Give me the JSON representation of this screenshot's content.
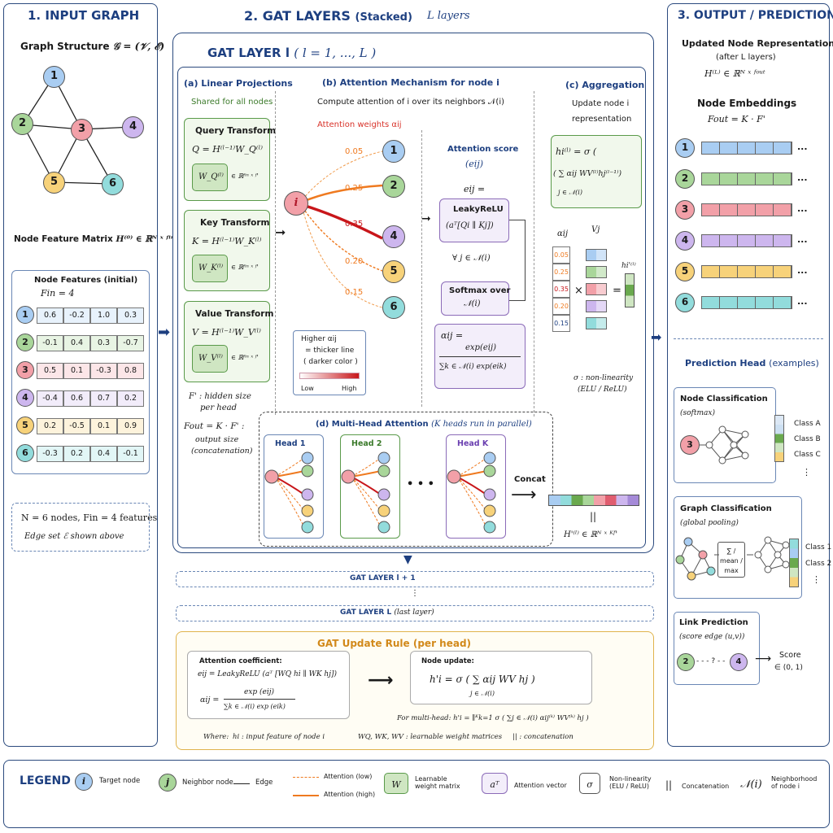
{
  "col1": {
    "title": "1. INPUT GRAPH",
    "graph_label": "Graph Structure",
    "graph_math": "𝒢 = (𝒱, ℰ)",
    "feature_matrix_label": "Node Feature Matrix",
    "feature_matrix_math": "H⁽⁰⁾ ∈ ℝᴺ ˣ ᶠⁱⁿ",
    "features_title": "Node Features (initial)",
    "fin": "Fin = 4",
    "rows": [
      {
        "id": "1",
        "vals": [
          "0.6",
          "-0.2",
          "1.0",
          "0.3"
        ]
      },
      {
        "id": "2",
        "vals": [
          "-0.1",
          "0.4",
          "0.3",
          "-0.7"
        ]
      },
      {
        "id": "3",
        "vals": [
          "0.5",
          "0.1",
          "-0.3",
          "0.8"
        ]
      },
      {
        "id": "4",
        "vals": [
          "-0.4",
          "0.6",
          "0.7",
          "0.2"
        ]
      },
      {
        "id": "5",
        "vals": [
          "0.2",
          "-0.5",
          "0.1",
          "0.9"
        ]
      },
      {
        "id": "6",
        "vals": [
          "-0.3",
          "0.2",
          "0.4",
          "-0.1"
        ]
      }
    ],
    "summary1": "N = 6 nodes,  Fin = 4 features",
    "summary2": "Edge set  ℰ  shown above"
  },
  "col2": {
    "title": "2. GAT LAYERS",
    "title_sub": "(Stacked)",
    "layers": "L layers",
    "layer_title": "GAT LAYER l",
    "layer_range": "( l = 1, ..., L )",
    "a_title": "(a) Linear Projections",
    "a_shared": "Shared for all nodes",
    "query": "Query Transform",
    "query_eq": "Q = H⁽ˡ⁻¹⁾W_Q⁽ˡ⁾",
    "wq": "W_Q⁽ˡ⁾",
    "key": "Key Transform",
    "key_eq": "K = H⁽ˡ⁻¹⁾W_K⁽ˡ⁾",
    "wk": "W_K⁽ˡ⁾",
    "value": "Value Transform",
    "value_eq": "V = H⁽ˡ⁻¹⁾W_V⁽ˡ⁾",
    "wv": "W_V⁽ˡ⁾",
    "dim": "∈ ℝᶠⁱⁿ ˣ ᶠ'",
    "fprime1": "F' : hidden size",
    "fprime2": "per head",
    "fout1": "Fout = K · F' :",
    "fout2": "output size",
    "fout3": "(concatenation)",
    "b_title": "(b) Attention Mechanism for node i",
    "b_sub": "Compute attention of i over its neighbors 𝒩(i)",
    "weights_label": "Attention weights αij",
    "weights": [
      "0.05",
      "0.25",
      "0.35",
      "0.20",
      "0.15"
    ],
    "center": "i",
    "neighbors": [
      "1",
      "2",
      "4",
      "5",
      "6"
    ],
    "legend_higher": "Higher αij",
    "legend_thicker": "= thicker line",
    "legend_darker": "( darker color )",
    "legend_low": "Low",
    "legend_high": "High",
    "score_title": "Attention score",
    "score_math": "(eij)",
    "eij": "eij =",
    "leaky": "LeakyReLU",
    "leaky_arg": "(aᵀ[Qi ∥ Kj])",
    "forall": "∀ j ∈ 𝒩(i)",
    "softmax": "Softmax over",
    "softmax_n": "𝒩(i)",
    "alpha_eq": "αij =",
    "alpha_num": "exp(eij)",
    "alpha_den": "∑k ∈ 𝒩(i) exp(eik)",
    "c_title": "(c) Aggregation",
    "c_sub1": "Update node i",
    "c_sub2": "representation",
    "c_eq1": "hi⁽ˡ⁾ = σ (",
    "c_eq2": "( ∑ αij WV⁽ˡ⁾hj⁽ˡ⁻¹⁾)",
    "c_eq3": "j ∈ 𝒩(i)",
    "aij": "αij",
    "vj": "Vj",
    "hi": "hi'⁽ˡ⁾",
    "sigma1": "σ : non-linearity",
    "sigma2": "(ELU / ReLU)",
    "d_title": "(d) Multi-Head Attention",
    "d_sub": "(K heads run in parallel)",
    "heads": [
      "Head 1",
      "Head 2",
      "Head K"
    ],
    "dots": "• • •",
    "concat": "Concat",
    "parallel": "||",
    "hprime": "H'⁽ˡ⁾ ∈ ℝᴺ ˣ ᴷᶠ'",
    "next1": "GAT LAYER  l + 1",
    "vdots": "⋮",
    "last": "GAT LAYER  L",
    "last_sub": "(last layer)",
    "rule_title": "GAT Update Rule (per head)",
    "coef_label": "Attention coefficient:",
    "coef_eq": "eij = LeakyReLU (aᵀ [WQ hi ∥ WK hj])",
    "coef_alpha": "αij =",
    "coef_num": "exp (eij)",
    "coef_den": "∑k ∈ 𝒩(i) exp (eik)",
    "node_update": "Node update:",
    "update_eq": "h'i = σ ( ∑ αij  WV hj )",
    "update_sub": "j ∈ 𝒩(i)",
    "multihead": "For multi-head:  h'i = ∥ᴷk=1 σ ( ∑j ∈ 𝒩(i) αij⁽ᵏ⁾ WV⁽ᵏ⁾ hj )",
    "where": "Where:",
    "w1": "hi : input feature of node i",
    "w2": "WQ, WK, WV : learnable weight matrices",
    "w3": "|| : concatenation"
  },
  "col3": {
    "title": "3. OUTPUT / PREDICTION",
    "upd1": "Updated Node Representations",
    "upd2": "(after L layers)",
    "upd3": "H⁽ᴸ⁾ ∈ ℝᴺ ˣ ᶠᵒᵘᵗ",
    "emb": "Node Embeddings",
    "emb_eq": "Fout = K · F'",
    "nodes": [
      "1",
      "2",
      "3",
      "4",
      "5",
      "6"
    ],
    "ellipsis": "...",
    "head_title": "Prediction Head",
    "head_sub": "(examples)",
    "nc": "Node Classification",
    "nc_sub": "(softmax)",
    "nc_node": "3",
    "classes": [
      "Class A",
      "Class B",
      "Class C"
    ],
    "vd": "⋮",
    "gc": "Graph Classification",
    "gc_sub": "(global pooling)",
    "pool": "∑ / mean / max",
    "gclasses": [
      "Class 1",
      "Class 2"
    ],
    "lp": "Link Prediction",
    "lp_sub": "(score edge (u,v))",
    "lp_a": "2",
    "lp_b": "4",
    "lp_q": "- - - ? - -",
    "score": "Score",
    "score_range": "∈ (0, 1)"
  },
  "legend": {
    "title": "LEGEND",
    "target": "Target node",
    "target_sym": "i",
    "neighbor": "Neighbor node",
    "neighbor_sym": "j",
    "edge": "Edge",
    "att_low": "Attention (low)",
    "att_high": "Attention (high)",
    "w_sym": "W",
    "learn": "Learnable weight matrix",
    "a_sym": "aᵀ",
    "att_vec": "Attention vector",
    "sig_sym": "σ",
    "nonlin": "Non-linearity (ELU / ReLU)",
    "conc_sym": "||",
    "conc": "Concatenation",
    "nb_sym": "𝒩(i)",
    "nb": "Neighborhood of node i"
  },
  "colors": {
    "n1": "#a9cdf2",
    "n2": "#a9d69a",
    "n3": "#f2a0a8",
    "n4": "#cdb6ee",
    "n5": "#f7d27a",
    "n6": "#92dcdc",
    "navy": "#1d3f80"
  }
}
